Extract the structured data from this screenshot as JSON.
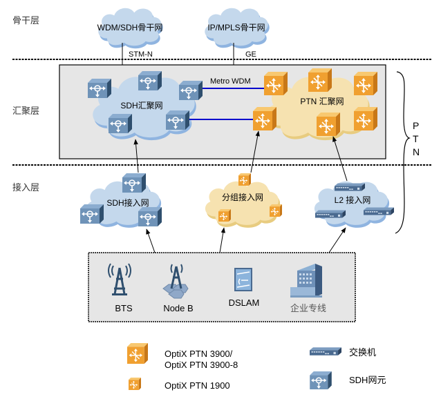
{
  "layers": {
    "backbone": "骨干层",
    "aggregation": "汇聚层",
    "access": "接入层"
  },
  "ptn_brace_label": [
    "P",
    "T",
    "N"
  ],
  "backbone_clouds": [
    {
      "label": "WDM/SDH骨干网",
      "link_label": "STM-N"
    },
    {
      "label": "IP/MPLS骨干网",
      "link_label": "GE"
    }
  ],
  "aggregation": {
    "sdh_cloud_label": "SDH汇聚网",
    "ptn_cloud_label": "PTN 汇聚网",
    "interconnect_label": "Metro WDM"
  },
  "access_clouds": [
    {
      "label": "SDH接入网"
    },
    {
      "label": "分组接入网"
    },
    {
      "label": "L2 接入网"
    }
  ],
  "end_devices": [
    {
      "label": "BTS",
      "icon": "cell-tower-icon"
    },
    {
      "label": "Node B",
      "icon": "nodeb-tower-icon"
    },
    {
      "label": "DSLAM",
      "icon": "dslam-icon"
    },
    {
      "label": "企业专线",
      "icon": "enterprise-building-icon"
    }
  ],
  "legend": {
    "ptn3900_line1": "OptiX PTN 3900/",
    "ptn3900_line2": "OptiX PTN 3900-8",
    "ptn1900": "OptiX PTN 1900",
    "switch": "交换机",
    "sdh_ne": "SDH网元"
  },
  "colors": {
    "sdh_cloud": "#c4d8ec",
    "sdh_cloud_edge": "#8fb4e0",
    "ptn_cloud": "#f6e2b0",
    "ptn_cloud_edge": "#e8cc80",
    "ptn_device": "#f0a030",
    "sdh_device": "#6f93b8",
    "link_blue": "#0000cc",
    "panel_gray": "#e6e6e6"
  }
}
